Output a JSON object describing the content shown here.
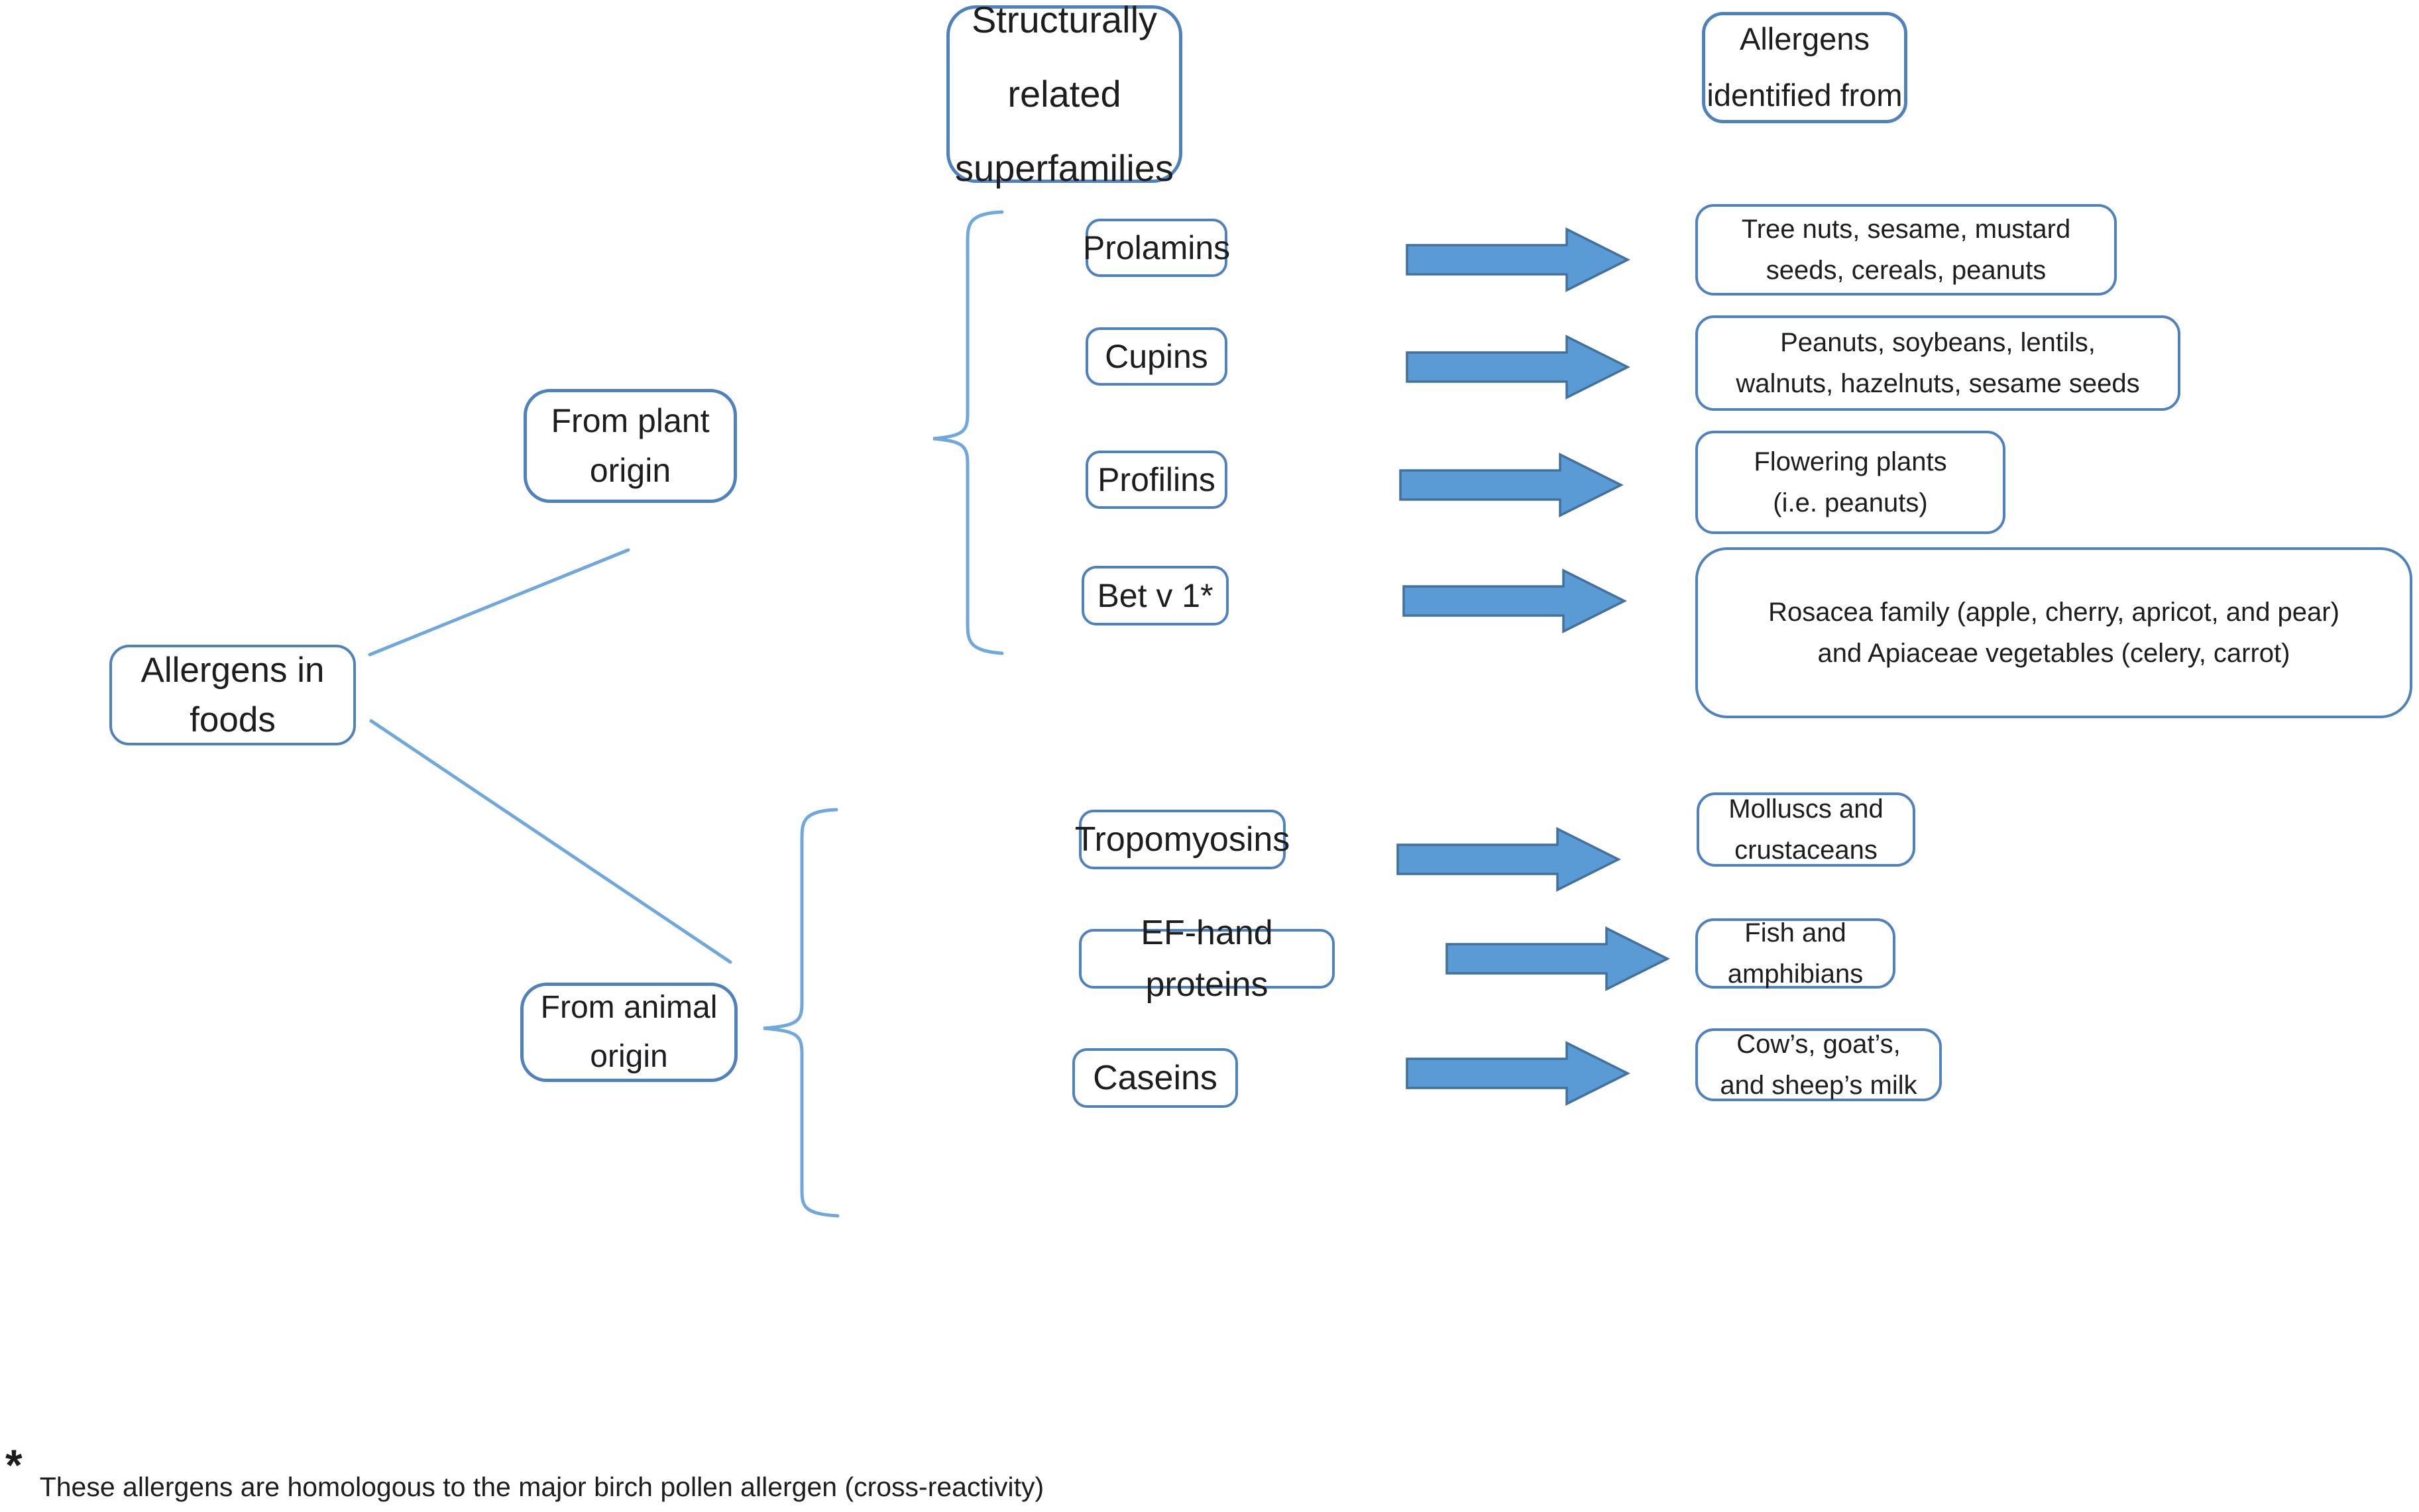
{
  "headers": {
    "superfamilies": "Structurally related\nsuperfamilies",
    "identified_from": "Allergens\nidentified from"
  },
  "root": {
    "label": "Allergens in\nfoods"
  },
  "plant": {
    "label": "From plant origin",
    "rows": [
      {
        "superfamily": "Prolamins",
        "source": "Tree nuts, sesame, mustard\nseeds, cereals, peanuts"
      },
      {
        "superfamily": "Cupins",
        "source": "Peanuts, soybeans, lentils,\nwalnuts, hazelnuts, sesame seeds"
      },
      {
        "superfamily": "Profilins",
        "source": "Flowering plants\n(i.e. peanuts)"
      },
      {
        "superfamily": "Bet v 1*",
        "source": "Rosacea family (apple, cherry, apricot, and pear)\nand Apiaceae vegetables (celery, carrot)"
      }
    ]
  },
  "animal": {
    "label": "From animal\norigin",
    "rows": [
      {
        "superfamily": "Tropomyosins",
        "source": "Molluscs and\ncrustaceans"
      },
      {
        "superfamily": "EF-hand proteins",
        "source": "Fish and\namphibians"
      },
      {
        "superfamily": "Caseins",
        "source": "Cow’s, goat’s,\nand sheep’s milk"
      }
    ]
  },
  "footnote": {
    "marker": "*",
    "text": "These allergens are homologous to the major birch pollen allergen (cross-reactivity)"
  },
  "colors": {
    "box_border": "#4f81bd",
    "connector_blue": "#71a8dc",
    "arrow_fill": "#5b9bd5",
    "arrow_border": "#41719c",
    "text": "#1d1d1d"
  }
}
